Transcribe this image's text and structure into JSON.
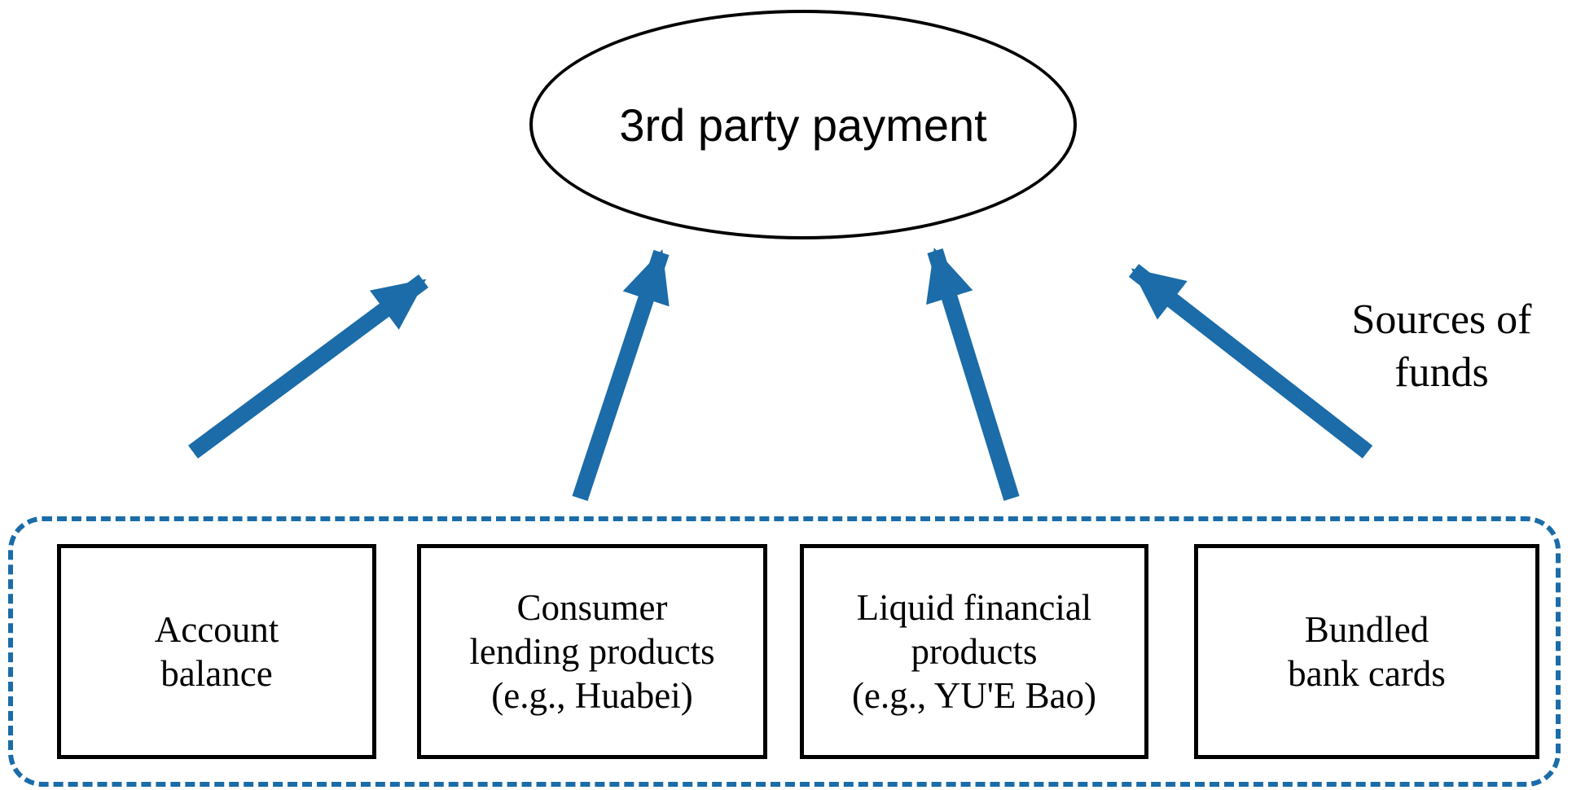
{
  "diagram": {
    "ellipse_label": "3rd party payment",
    "side_label": "Sources of\nfunds",
    "boxes": [
      {
        "label": "Account\nbalance"
      },
      {
        "label": "Consumer\nlending products\n(e.g., Huabei)"
      },
      {
        "label": "Liquid financial\nproducts\n(e.g., YU'E Bao)"
      },
      {
        "label": "Bundled\nbank cards"
      }
    ],
    "arrows": [
      {
        "name": "arrow-from-account-balance"
      },
      {
        "name": "arrow-from-consumer-lending"
      },
      {
        "name": "arrow-from-liquid-financial"
      },
      {
        "name": "arrow-from-bundled-bank-cards"
      }
    ],
    "colors": {
      "arrow": "#1b6ca8",
      "dashed_border": "#1b6ca8",
      "box_border": "#000000",
      "ellipse_border": "#000000",
      "text": "#000000",
      "background": "#ffffff"
    }
  }
}
